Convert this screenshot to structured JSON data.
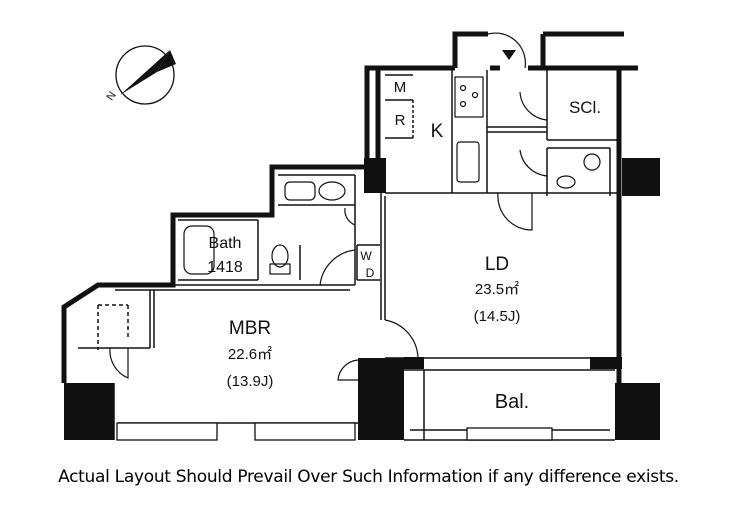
{
  "compass": {
    "letter": "N"
  },
  "rooms": {
    "mbr": {
      "name": "MBR",
      "area": "22.6㎡",
      "jo": "(13.9J)"
    },
    "ld": {
      "name": "LD",
      "area": "23.5㎡",
      "jo": "(14.5J)"
    },
    "kitchen": {
      "name": "K"
    },
    "microwave": {
      "name": "M"
    },
    "fridge": {
      "name": "R"
    },
    "closet": {
      "name": "SCl."
    },
    "bath": {
      "name": "Bath",
      "size": "1418"
    },
    "washer": {
      "w": "W",
      "d": "D"
    },
    "balcony": {
      "name": "Bal."
    }
  },
  "footer": "Actual Layout Should Prevail Over Such Information if any difference exists."
}
